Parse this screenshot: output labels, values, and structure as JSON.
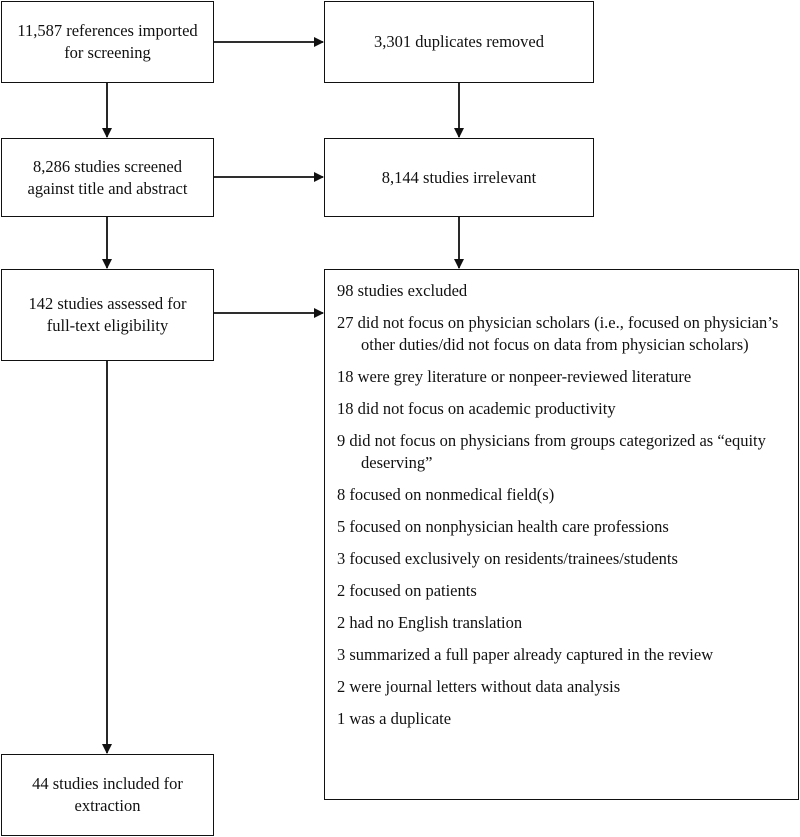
{
  "boxes": {
    "imported": "11,587 references imported\nfor screening",
    "duplicates": "3,301 duplicates removed",
    "screened": "8,286 studies screened\nagainst title and abstract",
    "irrelevant": "8,144 studies irrelevant",
    "assessed": "142 studies assessed for\nfull-text eligibility",
    "included": "44 studies included for\nextraction"
  },
  "excluded": {
    "title": "98 studies excluded",
    "reasons": [
      "27 did not focus on physician scholars (i.e., focused on physician’s other duties/did not focus on data from physician scholars)",
      "18 were grey literature or nonpeer-reviewed literature",
      "18 did not focus on academic productivity",
      "9 did not focus on physicians from groups categorized as “equity deserving”",
      "8 focused on nonmedical field(s)",
      "5 focused on nonphysician health care professions",
      "3 focused exclusively on residents/trainees/students",
      "2 focused on patients",
      "2 had no English translation",
      "3 summarized a full paper already captured in the review",
      "2 were journal letters without data analysis",
      "1 was a duplicate"
    ]
  }
}
